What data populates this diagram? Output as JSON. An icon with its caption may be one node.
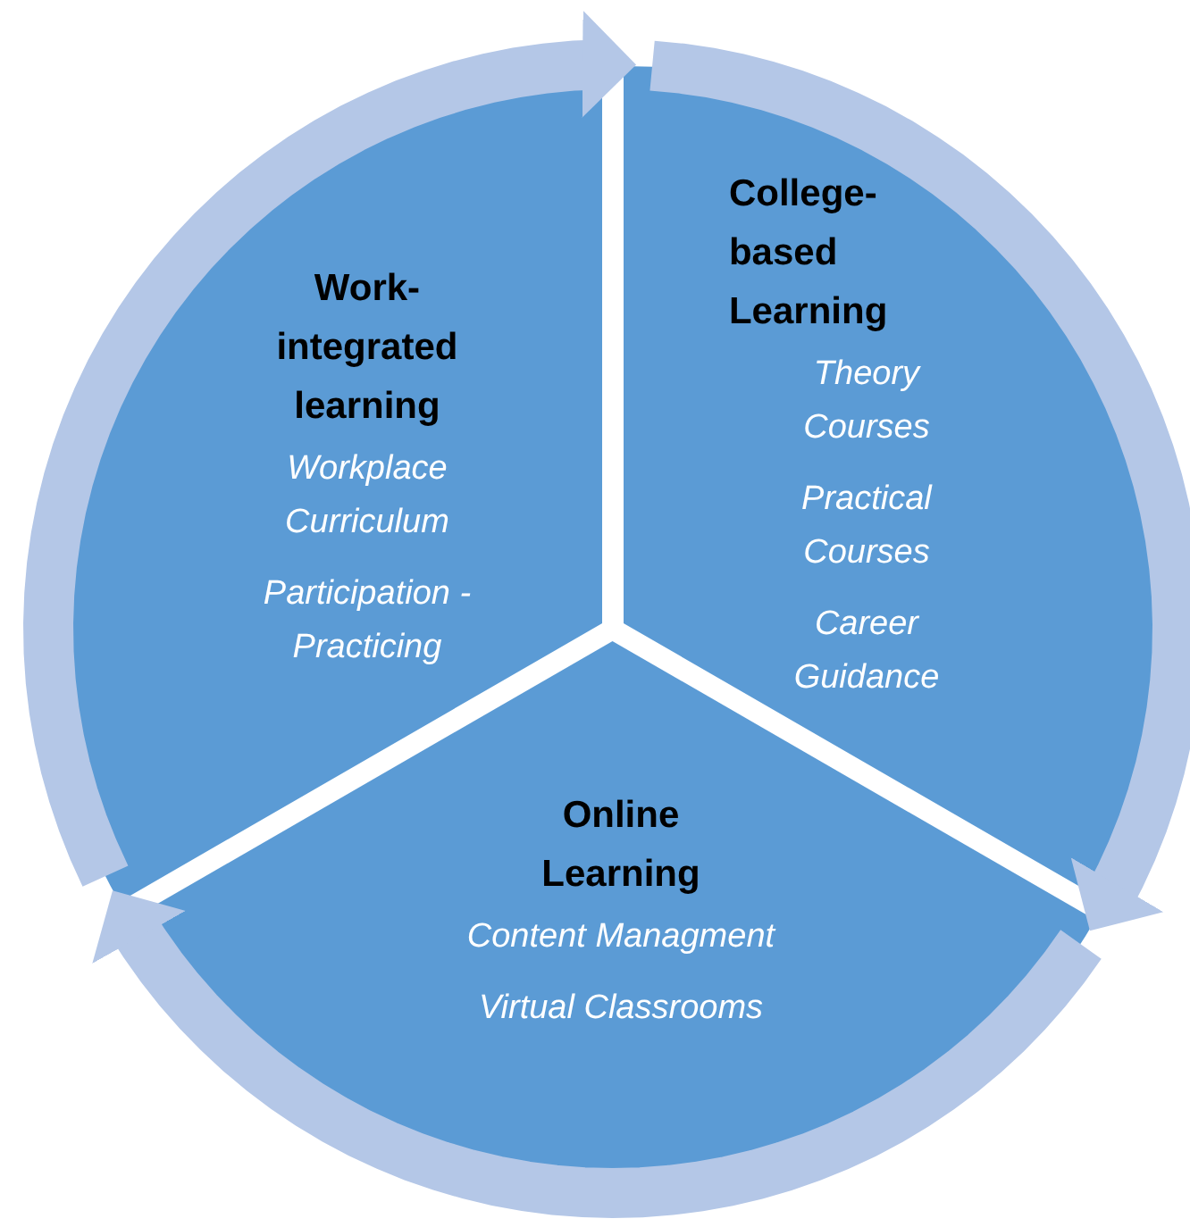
{
  "diagram": {
    "nodes": [
      {
        "text": [
          "Work-integrated learning",
          "Workplace Curriculum",
          "Participation - Practicing"
        ]
      },
      {
        "text": [
          "College-based Learning",
          "Theory Courses",
          "Practical Courses",
          "Career Guidance"
        ]
      },
      {
        "text": [
          "Online Learning",
          "Content Managment",
          "Virtual Classrooms"
        ]
      }
    ],
    "edges": [
      {
        "from": 0,
        "to": 1,
        "arrow": "to"
      },
      {
        "from": 1,
        "to": 2,
        "arrow": "to"
      },
      {
        "from": 2,
        "to": 0,
        "arrow": "to"
      }
    ]
  }
}
